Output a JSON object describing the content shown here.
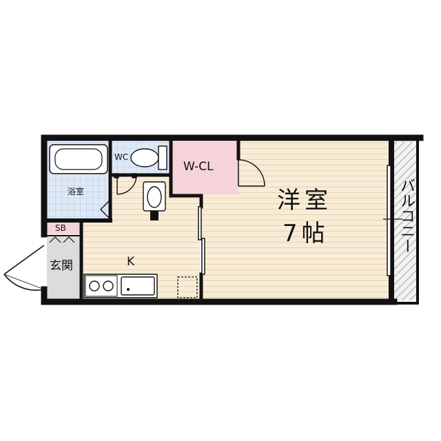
{
  "rooms": {
    "bath": "浴室",
    "wc": "WC",
    "wcl": "W-CL",
    "western_name": "洋室",
    "western_size": "7帖",
    "balcony": "バルコニー",
    "sb": "SB",
    "entrance": "玄関",
    "kitchen": "K"
  },
  "colors": {
    "wall": "#111111",
    "wood_floor": "#f8ecd6",
    "wood_line": "#e6d2b3",
    "tile_floor": "#dfe9f6",
    "tile_line": "#a9c1df",
    "wcl_floor": "#f6d3d8",
    "sb_floor": "#f6d3d8",
    "entrance_floor": "#dcdcdc",
    "balcony_floor": "#eeeeee"
  }
}
